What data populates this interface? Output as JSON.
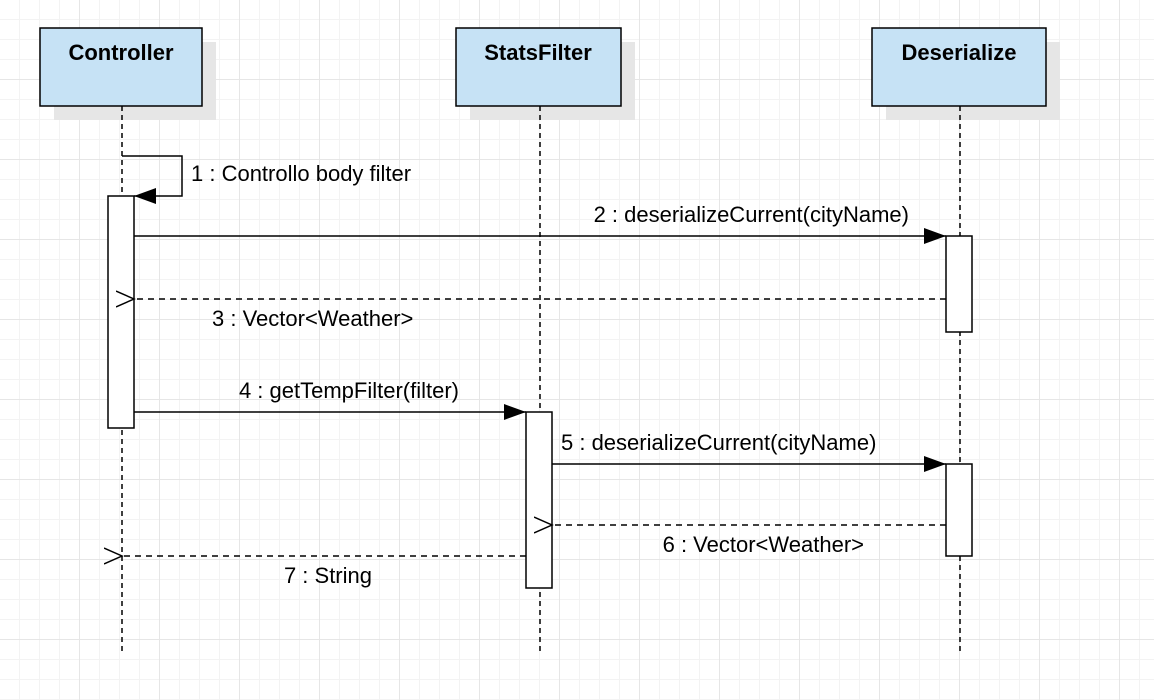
{
  "diagram": {
    "lifelines": [
      {
        "id": "controller",
        "label": "Controller"
      },
      {
        "id": "statsfilter",
        "label": "StatsFilter"
      },
      {
        "id": "deserialize",
        "label": "Deserialize"
      }
    ],
    "messages": [
      {
        "id": "m1",
        "label": "1 : Controllo body filter",
        "from": "controller",
        "to": "controller",
        "kind": "self"
      },
      {
        "id": "m2",
        "label": "2 : deserializeCurrent(cityName)",
        "from": "controller",
        "to": "deserialize",
        "kind": "call"
      },
      {
        "id": "m3",
        "label": "3 : Vector<Weather>",
        "from": "deserialize",
        "to": "controller",
        "kind": "return"
      },
      {
        "id": "m4",
        "label": "4 : getTempFilter(filter)",
        "from": "controller",
        "to": "statsfilter",
        "kind": "call"
      },
      {
        "id": "m5",
        "label": "5 : deserializeCurrent(cityName)",
        "from": "statsfilter",
        "to": "deserialize",
        "kind": "call"
      },
      {
        "id": "m6",
        "label": "6 : Vector<Weather>",
        "from": "deserialize",
        "to": "statsfilter",
        "kind": "return"
      },
      {
        "id": "m7",
        "label": "7 : String",
        "from": "statsfilter",
        "to": "controller",
        "kind": "return"
      }
    ],
    "colors": {
      "header_fill": "#c6e2f5",
      "header_shadow": "#e6e6e6",
      "stroke": "#000000",
      "activation_fill": "#ffffff"
    }
  }
}
